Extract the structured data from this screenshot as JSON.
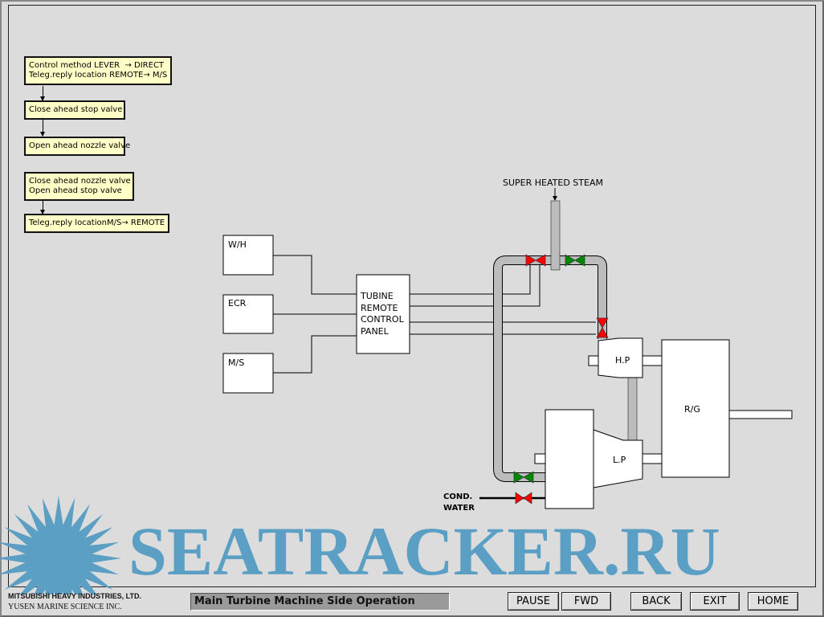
{
  "steps": [
    "Control method LEVER  → DIRECT\nTeleg.reply location REMOTE→ M/S",
    "Close ahead stop valve",
    "Open ahead nozzle valve",
    "Close ahead nozzle valve\nOpen ahead stop valve",
    "Teleg.reply locationM/S→ REMOTE"
  ],
  "diagram": {
    "steam_label": "SUPER HEATED STEAM",
    "wh": "W/H",
    "ecr": "ECR",
    "ms": "M/S",
    "panel_lines": [
      "TUBINE",
      "REMOTE",
      "CONTROL",
      "PANEL"
    ],
    "hp": "H.P",
    "lp": "L.P",
    "rg": "R/G",
    "cond1": "COND.",
    "cond2": "WATER",
    "valve_colors": {
      "open": "#008000",
      "closed": "#ff0000"
    }
  },
  "watermark": "SEATRACKER.RU",
  "footer": {
    "company1": "MITSUBISHI HEAVY INDUSTRIES, LTD.",
    "company2": "YUSEN MARINE SCIENCE INC.",
    "title": "Main Turbine Machine Side Operation",
    "buttons": {
      "pause": "PAUSE",
      "fwd": "FWD",
      "back": "BACK",
      "exit": "EXIT",
      "home": "HOME"
    }
  }
}
